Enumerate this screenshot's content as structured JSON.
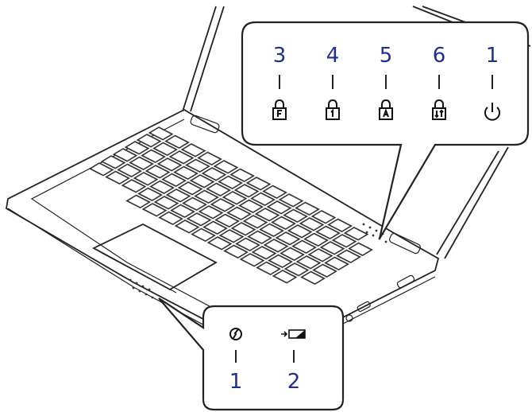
{
  "callout_top": {
    "indicators": [
      {
        "number": "3",
        "icon": "f-lock-icon"
      },
      {
        "number": "4",
        "icon": "num-lock-icon"
      },
      {
        "number": "5",
        "icon": "caps-lock-icon"
      },
      {
        "number": "6",
        "icon": "scroll-lock-icon"
      },
      {
        "number": "1",
        "icon": "power-icon"
      }
    ]
  },
  "callout_bottom": {
    "indicators": [
      {
        "number": "1",
        "icon": "ac-power-icon"
      },
      {
        "number": "2",
        "icon": "battery-charge-icon"
      }
    ]
  },
  "colors": {
    "number": "#1f2f8f",
    "outline": "#222222"
  }
}
